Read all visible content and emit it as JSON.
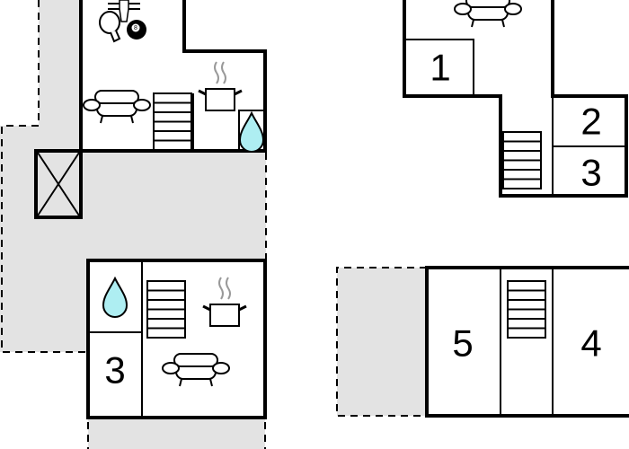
{
  "floorplan": {
    "rooms": [
      {
        "id": "room-1",
        "label": "1"
      },
      {
        "id": "room-2",
        "label": "2"
      },
      {
        "id": "room-3-upper",
        "label": "3"
      },
      {
        "id": "room-3-lower",
        "label": "3"
      },
      {
        "id": "room-4",
        "label": "4"
      },
      {
        "id": "room-5",
        "label": "5"
      }
    ],
    "icons": [
      "table-tennis-icon",
      "billiard-ball-icon",
      "foosball-icon",
      "sofa-icon",
      "stairs-icon",
      "cooking-pot-icon",
      "water-drop-icon",
      "elevator-icon"
    ],
    "colors": {
      "wall": "#000000",
      "outdoor": "#e3e3e3",
      "water": "#aeeef2",
      "steam": "#999999"
    }
  }
}
